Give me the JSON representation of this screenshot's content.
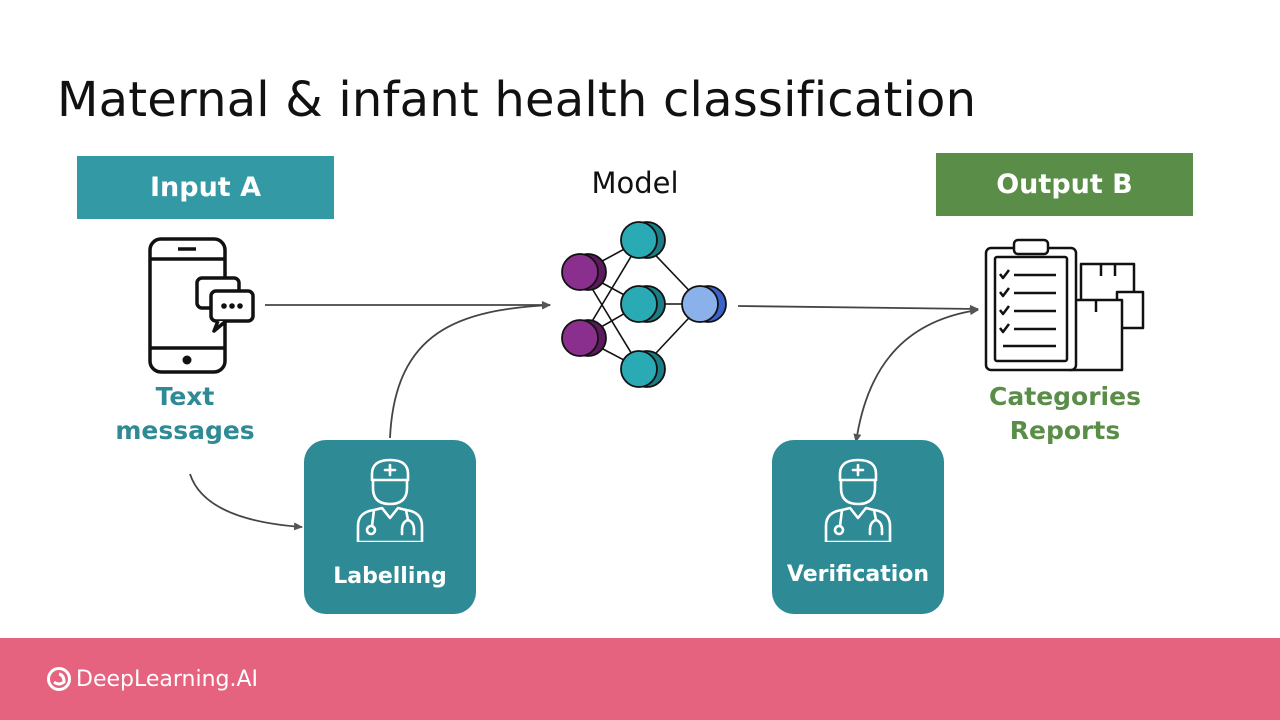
{
  "title": "Maternal & infant health classification",
  "input": {
    "label": "Input A",
    "caption_lines": [
      "Text",
      "messages"
    ]
  },
  "model": {
    "label": "Model"
  },
  "output": {
    "label": "Output B",
    "caption_lines": [
      "Categories",
      "Reports"
    ]
  },
  "labelling": {
    "label": "Labelling"
  },
  "verification": {
    "label": "Verification"
  },
  "footer": {
    "brand": "DeepLearning.AI"
  },
  "icons": {
    "input": "smartphone-chat-icon",
    "model": "neural-network-icon",
    "output": "clipboard-report-icon",
    "labelling": "doctor-icon",
    "verification": "doctor-icon",
    "brand": "deeplearning-logo-icon"
  },
  "colors": {
    "teal": "#3399a4",
    "teal_dark": "#2e8a94",
    "green": "#5a8d47",
    "footer_pink": "#e5637f",
    "node_purple": "#8a2f8d",
    "node_teal": "#2aaab5",
    "node_blue": "#8ab1ea"
  }
}
